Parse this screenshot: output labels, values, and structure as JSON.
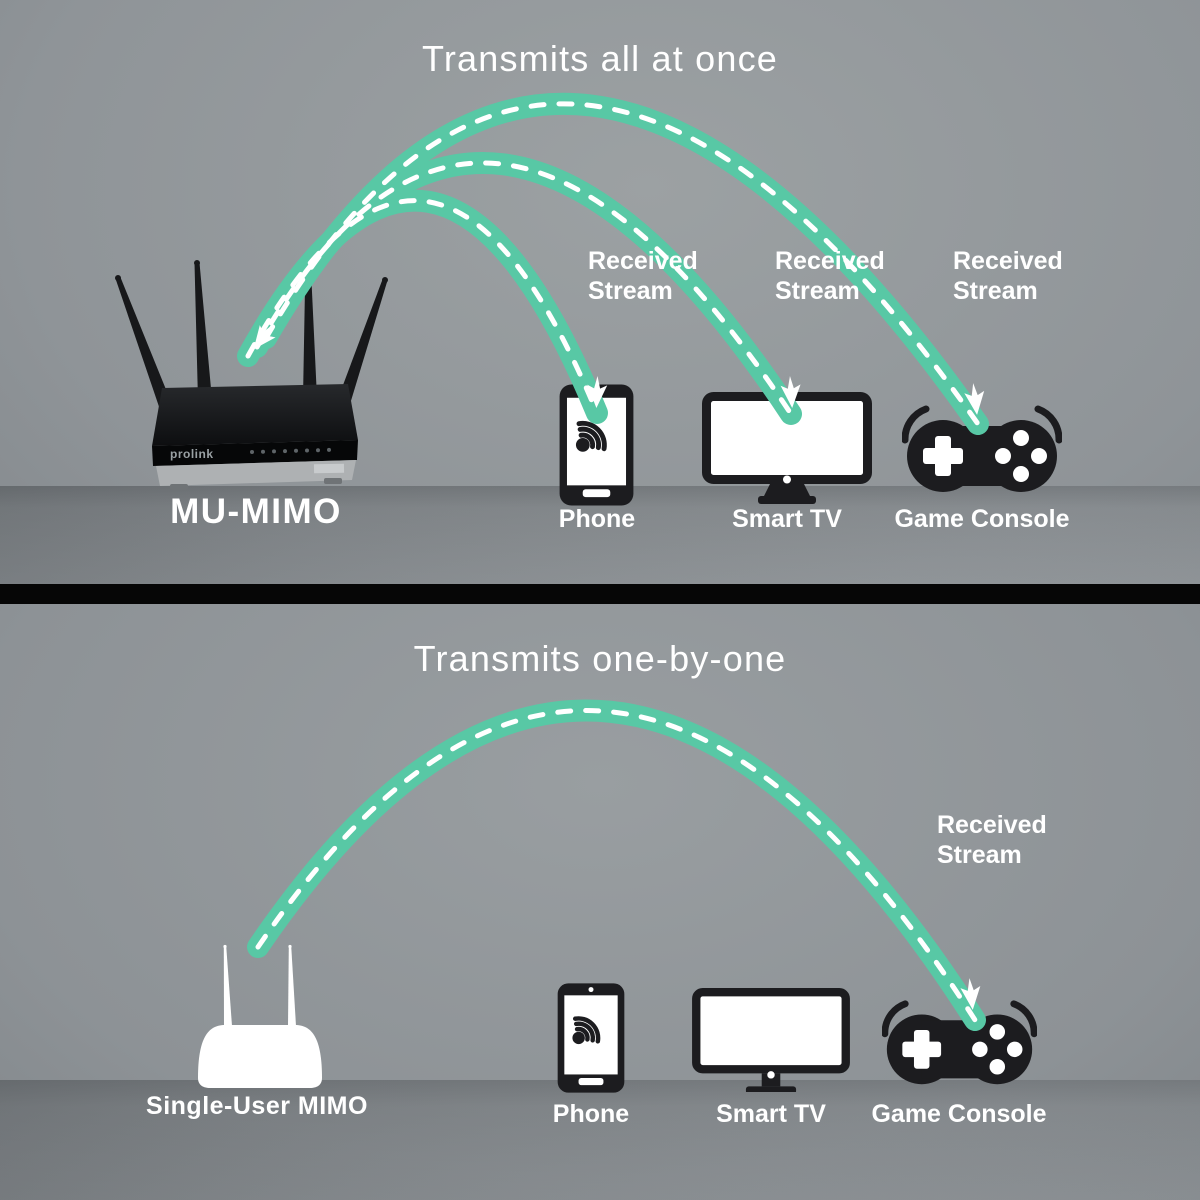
{
  "colors": {
    "arc_teal": "#58c8a5",
    "arc_dash_white": "#ffffff",
    "background_gray": "#8f9498",
    "divider_black": "#060606",
    "device_black": "#1c1c1f",
    "text_white": "#ffffff"
  },
  "top_panel": {
    "title": "Transmits all at once",
    "router": {
      "brand": "prolink",
      "label": "MU-MIMO"
    },
    "stream_labels": [
      {
        "line1": "Received",
        "line2": "Stream"
      },
      {
        "line1": "Received",
        "line2": "Stream"
      },
      {
        "line1": "Received",
        "line2": "Stream"
      }
    ],
    "devices": [
      {
        "label": "Phone"
      },
      {
        "label": "Smart TV"
      },
      {
        "label": "Game Console"
      }
    ]
  },
  "bottom_panel": {
    "title": "Transmits one-by-one",
    "router": {
      "label": "Single-User MIMO"
    },
    "stream_labels": [
      {
        "line1": "Received",
        "line2": "Stream"
      }
    ],
    "devices": [
      {
        "label": "Phone"
      },
      {
        "label": "Smart TV"
      },
      {
        "label": "Game Console"
      }
    ]
  }
}
